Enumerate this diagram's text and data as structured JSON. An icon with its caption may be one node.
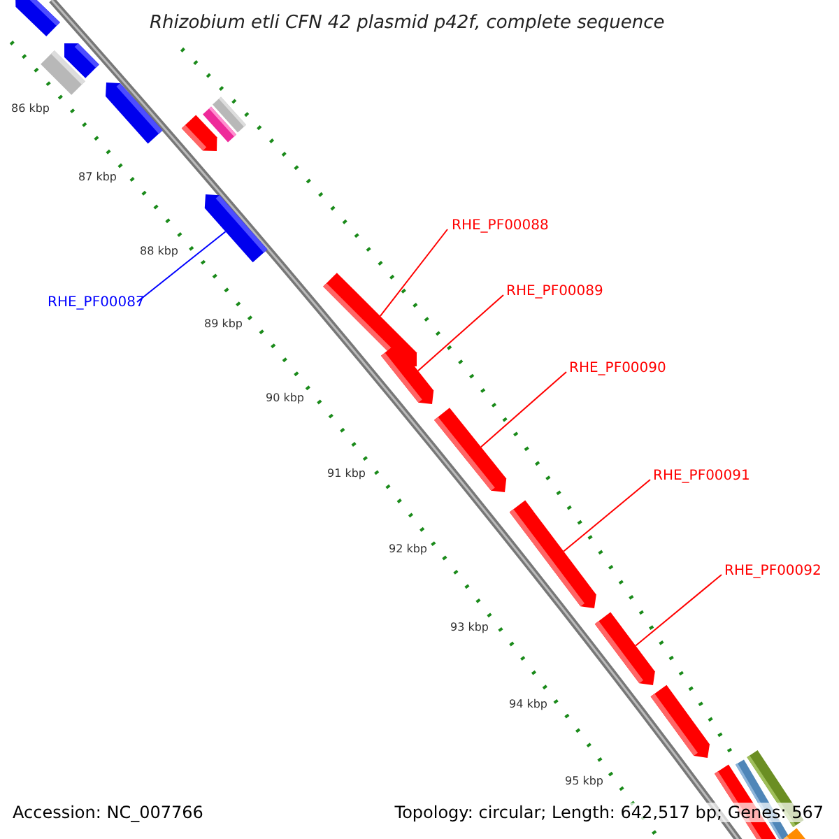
{
  "diagram": {
    "title": "Rhizobium etli CFN 42 plasmid p42f, complete sequence",
    "nodes": [
      {
        "text": [],
        "shape": "arrow"
      },
      {
        "text": [],
        "shape": "arrow"
      },
      {
        "text": [],
        "shape": "bar"
      },
      {
        "text": [],
        "shape": "arrow"
      },
      {
        "text": [],
        "shape": "bar"
      },
      {
        "text": [],
        "shape": "bar"
      },
      {
        "text": [],
        "shape": "arrow"
      },
      {
        "text": [],
        "shape": "arrow"
      },
      {
        "text": [
          "RHE_PF00088"
        ]
      },
      {
        "text": [],
        "shape": "arrow"
      },
      {
        "text": [
          "RHE_PF00089"
        ]
      },
      {
        "text": [
          "RHE_PF00087"
        ]
      },
      {
        "text": [],
        "shape": "arrow"
      },
      {
        "text": [
          "RHE_PF00090"
        ]
      },
      {
        "text": [],
        "shape": "arrow"
      },
      {
        "text": [
          "RHE_PF00091"
        ]
      },
      {
        "text": [],
        "shape": "arrow"
      },
      {
        "text": [
          "RHE_PF00092"
        ]
      },
      {
        "text": [],
        "shape": "arrow"
      },
      {
        "text": [],
        "shape": "arrow"
      },
      {
        "text": [],
        "shape": "bar"
      },
      {
        "text": [],
        "shape": "bar"
      },
      {
        "text": [],
        "shape": "bar"
      },
      {
        "text": [],
        "shape": "bar"
      }
    ],
    "edges": [
      {
        "from": 11,
        "to": 7,
        "arrow": "none",
        "color": "#0000ff"
      },
      {
        "from": 8,
        "to": 9,
        "arrow": "none"
      },
      {
        "from": 10,
        "to": 12,
        "arrow": "none"
      },
      {
        "from": 13,
        "to": 14,
        "arrow": "none"
      },
      {
        "from": 15,
        "to": 16,
        "arrow": "none"
      },
      {
        "from": 17,
        "to": 18,
        "arrow": "none"
      }
    ],
    "labels": [
      "86 kbp",
      "87 kbp",
      "88 kbp",
      "89 kbp",
      "90 kbp",
      "91 kbp",
      "92 kbp",
      "93 kbp",
      "94 kbp",
      "95 kbp",
      "Accession: NC_007766",
      "Topology: circular; Length: 642,517 bp; Genes: 567"
    ]
  }
}
